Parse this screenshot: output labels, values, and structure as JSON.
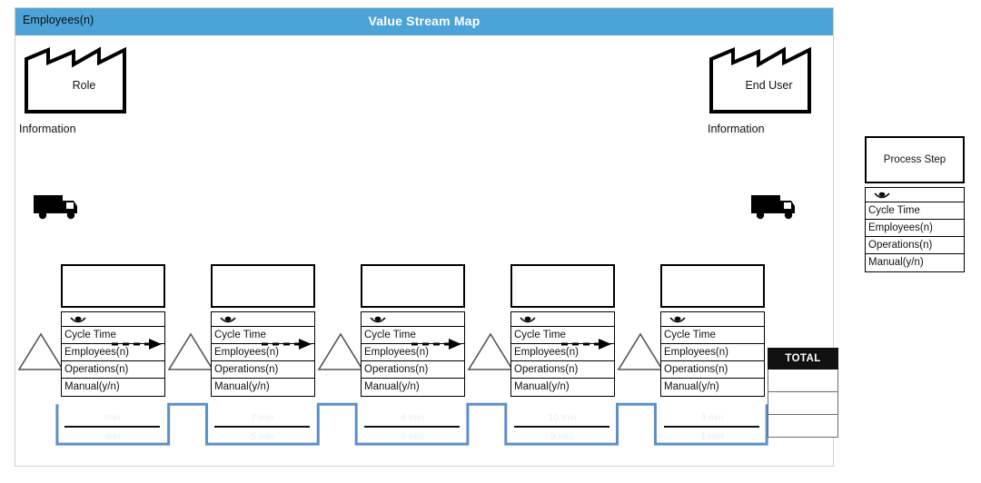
{
  "header": {
    "left_label": "Employees(n)",
    "title": "Value Stream Map",
    "bar_color": "#4BA3D8"
  },
  "supplier": {
    "label": "Role",
    "info_label": "Information",
    "icon": "factory-icon"
  },
  "customer": {
    "label": "End User",
    "info_label": "Information",
    "icon": "factory-icon"
  },
  "shipping": {
    "inbound_icon": "truck-icon",
    "outbound_icon": "truck-icon"
  },
  "data_box_fields": {
    "eye": "eye-icon",
    "rows": [
      "Cycle Time",
      "Employees(n)",
      "Operations(n)",
      "Manual(y/n)"
    ]
  },
  "stations": [
    {
      "name": "",
      "cycle_time": "Cycle Time",
      "employees": "Employees(n)",
      "operations": "Operations(n)",
      "manual": "Manual(y/n)"
    },
    {
      "name": "",
      "cycle_time": "Cycle Time",
      "employees": "Employees(n)",
      "operations": "Operations(n)",
      "manual": "Manual(y/n)"
    },
    {
      "name": "",
      "cycle_time": "Cycle Time",
      "employees": "Employees(n)",
      "operations": "Operations(n)",
      "manual": "Manual(y/n)"
    },
    {
      "name": "",
      "cycle_time": "Cycle Time",
      "employees": "Employees(n)",
      "operations": "Operations(n)",
      "manual": "Manual(y/n)"
    },
    {
      "name": "",
      "cycle_time": "Cycle Time",
      "employees": "Employees(n)",
      "operations": "Operations(n)",
      "manual": "Manual(y/n)"
    }
  ],
  "timeline": {
    "upper": [
      "min",
      "7 min",
      "8 min",
      "10 min",
      "4 min"
    ],
    "lower": [
      "min",
      "5 min",
      "8 min",
      "9 min",
      "1 min"
    ],
    "line_color": "#5B8FC9"
  },
  "total": {
    "header": "TOTAL",
    "rows": [
      "",
      "",
      ""
    ]
  },
  "legend": {
    "process_step": "Process Step",
    "eye": "eye-icon",
    "rows": [
      "Cycle Time",
      "Employees(n)",
      "Operations(n)",
      "Manual(y/n)"
    ]
  }
}
